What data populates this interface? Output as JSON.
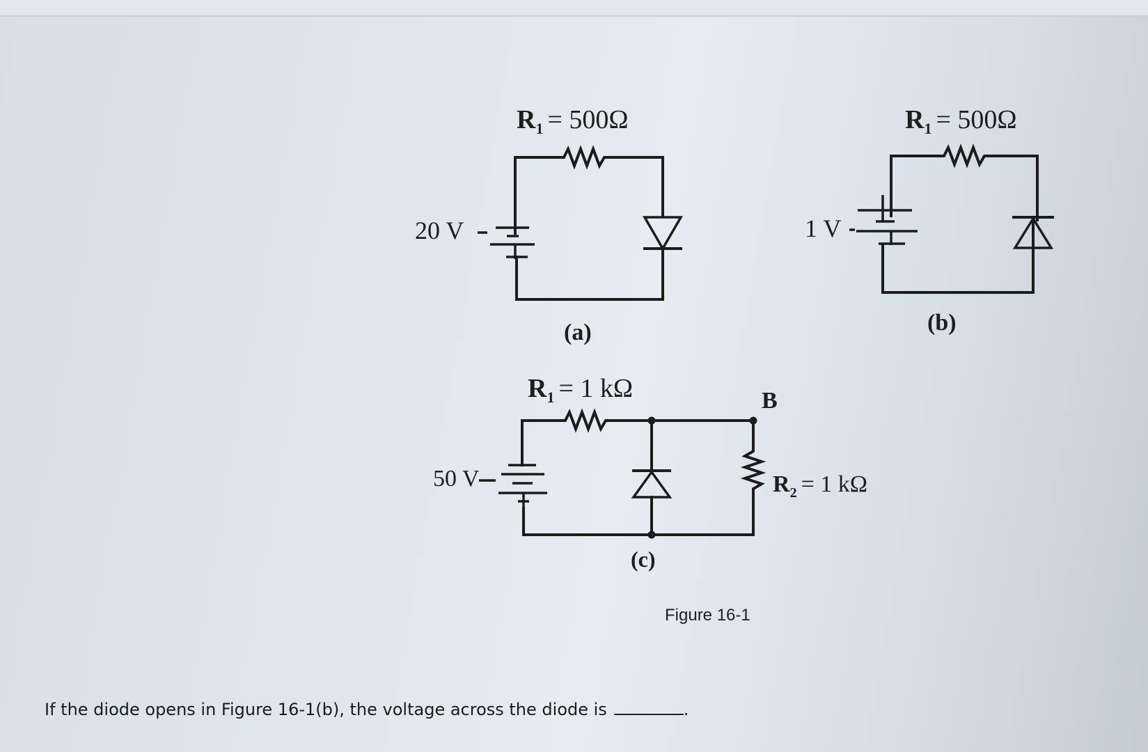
{
  "circuit_a": {
    "resistor_label": "R",
    "resistor_subscript": "1",
    "resistor_value": "= 500Ω",
    "source_label": "20 V",
    "caption": "(a)"
  },
  "circuit_b": {
    "resistor_label": "R",
    "resistor_subscript": "1",
    "resistor_value": "= 500Ω",
    "source_label": "1 V",
    "caption": "(b)"
  },
  "circuit_c": {
    "r1_label": "R",
    "r1_subscript": "1",
    "r1_value": "= 1 kΩ",
    "node_label": "B",
    "r2_label": "R",
    "r2_subscript": "2",
    "r2_value": "= 1 kΩ",
    "source_label": "50 V",
    "caption": "(c)"
  },
  "figure_title": "Figure 16-1",
  "question": {
    "text": "If the diode opens in Figure 16-1(b), the voltage across the diode is",
    "suffix": "."
  }
}
